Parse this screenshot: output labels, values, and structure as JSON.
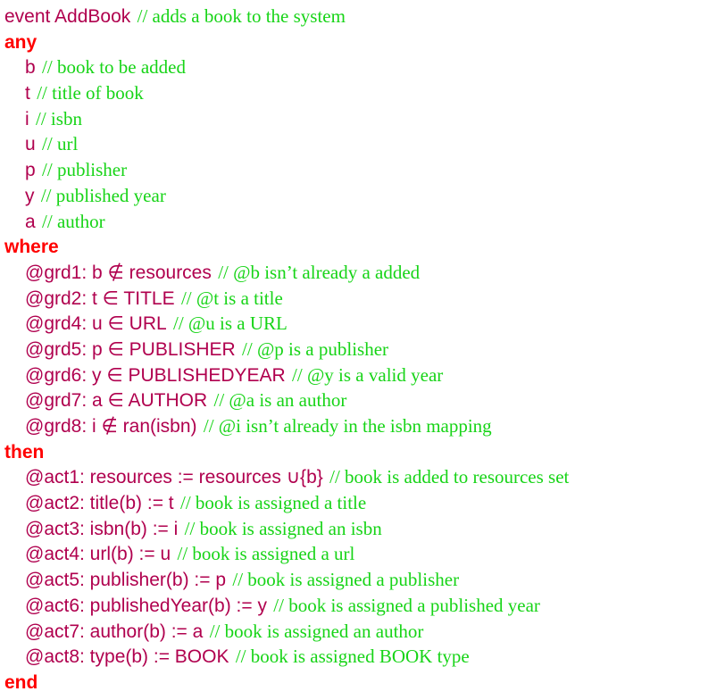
{
  "lines": [
    {
      "kind": "header",
      "code": "event AddBook",
      "comment": "// adds a book to the system"
    },
    {
      "kind": "keyword",
      "code": "any"
    },
    {
      "kind": "item",
      "code": "b",
      "comment": "// book to be added"
    },
    {
      "kind": "item",
      "code": "t",
      "comment": "// title of book"
    },
    {
      "kind": "item",
      "code": "i",
      "comment": "// isbn"
    },
    {
      "kind": "item",
      "code": "u",
      "comment": "// url"
    },
    {
      "kind": "item",
      "code": "p",
      "comment": "// publisher"
    },
    {
      "kind": "item",
      "code": "y",
      "comment": "// published year"
    },
    {
      "kind": "item",
      "code": "a",
      "comment": "// author"
    },
    {
      "kind": "keyword",
      "code": "where"
    },
    {
      "kind": "item",
      "code": "@grd1: b ∉ resources",
      "comment": "// @b isn’t already a added"
    },
    {
      "kind": "item",
      "code": "@grd2: t ∈ TITLE",
      "comment": "// @t is a title"
    },
    {
      "kind": "item",
      "code": "@grd4: u ∈ URL",
      "comment": "// @u is a URL"
    },
    {
      "kind": "item",
      "code": "@grd5: p ∈ PUBLISHER",
      "comment": "// @p is a publisher"
    },
    {
      "kind": "item",
      "code": "@grd6: y ∈ PUBLISHEDYEAR",
      "comment": "// @y is a valid year"
    },
    {
      "kind": "item",
      "code": "@grd7: a ∈ AUTHOR",
      "comment": "// @a is an author"
    },
    {
      "kind": "item",
      "code": "@grd8: i ∉ ran(isbn)",
      "comment": "// @i isn’t already in the isbn mapping"
    },
    {
      "kind": "keyword",
      "code": "then"
    },
    {
      "kind": "item",
      "code": "@act1: resources := resources ∪{b}",
      "comment": "// book is added to resources set"
    },
    {
      "kind": "item",
      "code": "@act2: title(b) := t",
      "comment": "// book is assigned a title"
    },
    {
      "kind": "item",
      "code": "@act3: isbn(b) := i",
      "comment": "// book is assigned an isbn"
    },
    {
      "kind": "item",
      "code": "@act4: url(b) := u",
      "comment": "// book is assigned a url"
    },
    {
      "kind": "item",
      "code": "@act5: publisher(b) := p",
      "comment": "// book is assigned a publisher"
    },
    {
      "kind": "item",
      "code": "@act6: publishedYear(b) := y",
      "comment": "// book is assigned a published year"
    },
    {
      "kind": "item",
      "code": "@act7: author(b) := a",
      "comment": "// book is assigned an author"
    },
    {
      "kind": "item",
      "code": "@act8: type(b) := BOOK",
      "comment": "// book is assigned BOOK type"
    },
    {
      "kind": "keyword",
      "code": "end"
    }
  ],
  "colors": {
    "keyword": "#ff0000",
    "code": "#b0004e",
    "comment": "#17d417"
  }
}
